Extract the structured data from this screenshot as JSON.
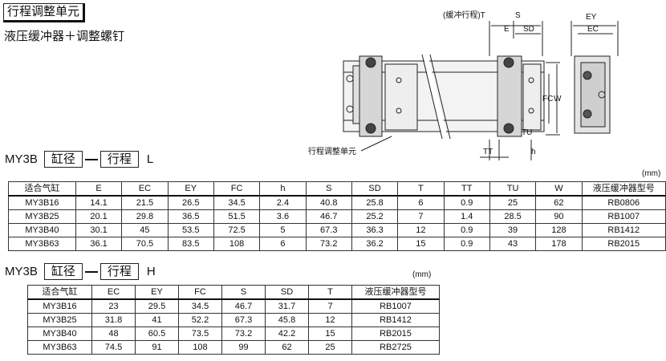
{
  "header": {
    "title": "行程调整单元",
    "subtitle": "液压缓冲器＋调整螺钉"
  },
  "model_line_1": {
    "prefix": "MY3B",
    "bore": "缸径",
    "stroke": "行程",
    "suffix": "L"
  },
  "model_line_2": {
    "prefix": "MY3B",
    "bore": "缸径",
    "stroke": "行程",
    "suffix": "H"
  },
  "drawing": {
    "labels": {
      "cushion_stroke": "(缓冲行程)T",
      "adjust_unit": "行程调整单元",
      "S": "S",
      "E": "E",
      "SD": "SD",
      "EY": "EY",
      "EC": "EC",
      "W": "W",
      "FC": "FC",
      "TU": "TU",
      "TT": "TT",
      "h": "h"
    }
  },
  "unit_label": "(mm)",
  "table_L": {
    "headers": [
      "适合气缸",
      "E",
      "EC",
      "EY",
      "FC",
      "h",
      "S",
      "SD",
      "T",
      "TT",
      "TU",
      "W",
      "液压缓冲器型号"
    ],
    "rows": [
      [
        "MY3B16",
        "14.1",
        "21.5",
        "26.5",
        "34.5",
        "2.4",
        "40.8",
        "25.8",
        "6",
        "0.9",
        "25",
        "62",
        "RB0806"
      ],
      [
        "MY3B25",
        "20.1",
        "29.8",
        "36.5",
        "51.5",
        "3.6",
        "46.7",
        "25.2",
        "7",
        "1.4",
        "28.5",
        "90",
        "RB1007"
      ],
      [
        "MY3B40",
        "30.1",
        "45",
        "53.5",
        "72.5",
        "5",
        "67.3",
        "36.3",
        "12",
        "0.9",
        "39",
        "128",
        "RB1412"
      ],
      [
        "MY3B63",
        "36.1",
        "70.5",
        "83.5",
        "108",
        "6",
        "73.2",
        "36.2",
        "15",
        "0.9",
        "43",
        "178",
        "RB2015"
      ]
    ]
  },
  "table_H": {
    "headers": [
      "适合气缸",
      "EC",
      "EY",
      "FC",
      "S",
      "SD",
      "T",
      "液压缓冲器型号"
    ],
    "rows": [
      [
        "MY3B16",
        "23",
        "29.5",
        "34.5",
        "46.7",
        "31.7",
        "7",
        "RB1007"
      ],
      [
        "MY3B25",
        "31.8",
        "41",
        "52.2",
        "67.3",
        "45.8",
        "12",
        "RB1412"
      ],
      [
        "MY3B40",
        "48",
        "60.5",
        "73.5",
        "73.2",
        "42.2",
        "15",
        "RB2015"
      ],
      [
        "MY3B63",
        "74.5",
        "91",
        "108",
        "99",
        "62",
        "25",
        "RB2725"
      ]
    ]
  }
}
